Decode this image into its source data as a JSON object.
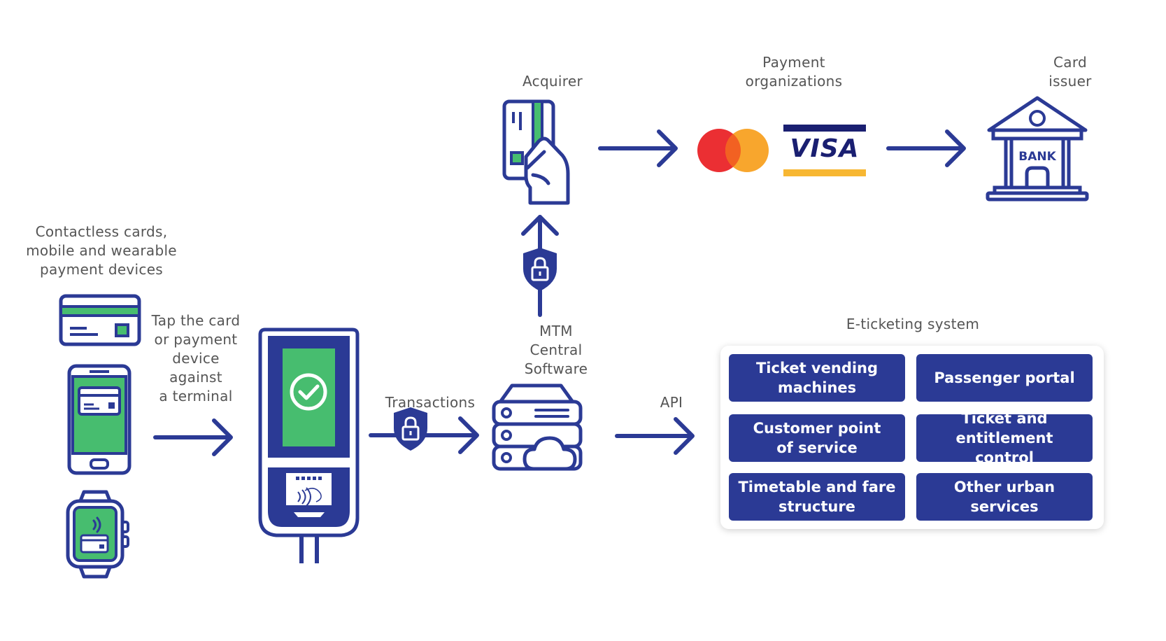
{
  "labels": {
    "devices": "Contactless cards,\nmobile and wearable\npayment devices",
    "tap": "Tap the card\nor payment\ndevice\nagainst\na terminal",
    "transactions": "Transactions",
    "mtm": "MTM\nCentral\nSoftware",
    "api": "API",
    "acquirer": "Acquirer",
    "payment_orgs": "Payment\norganizations",
    "card_issuer": "Card\nissuer",
    "eticketing": "E-ticketing system"
  },
  "brand": {
    "visa": "VISA",
    "bank": "BANK"
  },
  "modules": [
    "Ticket vending\nmachines",
    "Passenger portal",
    "Customer point\nof service",
    "Ticket and entitlement\ncontrol",
    "Timetable and fare\nstructure",
    "Other urban\nservices"
  ],
  "colors": {
    "navy": "#2b3a95",
    "green": "#47bd6f",
    "label_gray": "#555555",
    "mastercard_red": "#eb2f33",
    "mastercard_orange": "#f79e1b",
    "visa_blue": "#1a1f71",
    "visa_gold": "#f7b733"
  }
}
